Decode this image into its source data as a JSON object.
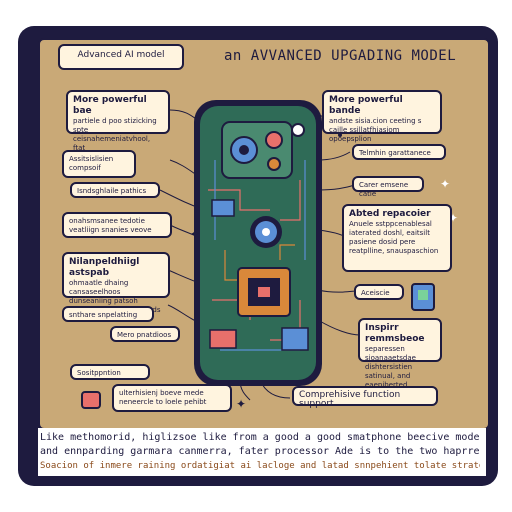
{
  "header": {
    "badge": "Advanced AI model",
    "title": "an AVVANCED UPGADING MODEL"
  },
  "callouts": {
    "top_left_title": "More powerful bae",
    "top_left_sub": "partiele d poo stizicking spte ceisnahemeniatvhool, ftat",
    "top_right_title": "More powerful bande",
    "top_right_sub": "andste sisia.cion ceeting s caille ssillatfhiasiom opoepsplion",
    "left_1": "Assitsislisien compsoif",
    "left_2": "Isndsghlaile pathics",
    "left_3": "onahsmsanee tedotie veatliign snanies veove",
    "left_4_title": "Nilanpeldhiigl astspab",
    "left_4_sub": "ohmaatle dhaing cansaseelhoos dunseaniing patsoh eoimarded to odvirasands",
    "left_5": "snthare snpelatting",
    "left_6": "Mero pnatdioos",
    "left_7": "Sositppntion",
    "right_1": "Telmhin garattanece",
    "right_2": "Carer emsene catle",
    "right_3_title": "Abted repacoier",
    "right_3_sub": "Anuele sstppcenablesal iaterated doshl, eaitsilt pasiene dosid pere reatplline, snauspaschion",
    "right_4": "Aceiscie",
    "right_5_title": "Inspirr remmsbeoe",
    "right_5_sub": "separessen sioanaaetsdae dishtersistien satinual, and eaepiberted",
    "bottom_left": "ulterhisienj boeve mede neneercle to loele pehibt",
    "bottom_right": "Comprehisive function support"
  },
  "footer": {
    "line1": "Like methomorid, higlizsoe  like from a good  a good smatphone beecive model",
    "line2": "and ennparding garmara canmerra, fater processor  Ade is to the two haprred",
    "line3": "Soacion of inmere raining ordatigiat ai lacloge and latad snnpehient tolate strategies and atiled"
  },
  "colors": {
    "navy": "#1e1b3f",
    "panel": "#c9a977",
    "cream": "#fff4df",
    "phone_green": "#2f6b57",
    "accent_pink": "#e8706b",
    "accent_blue": "#5b8fd6",
    "accent_orange": "#d9883a"
  },
  "icons": [
    "smartphone-illustration",
    "sparkle-icon",
    "camera-lens-icon",
    "processor-chip-icon"
  ]
}
